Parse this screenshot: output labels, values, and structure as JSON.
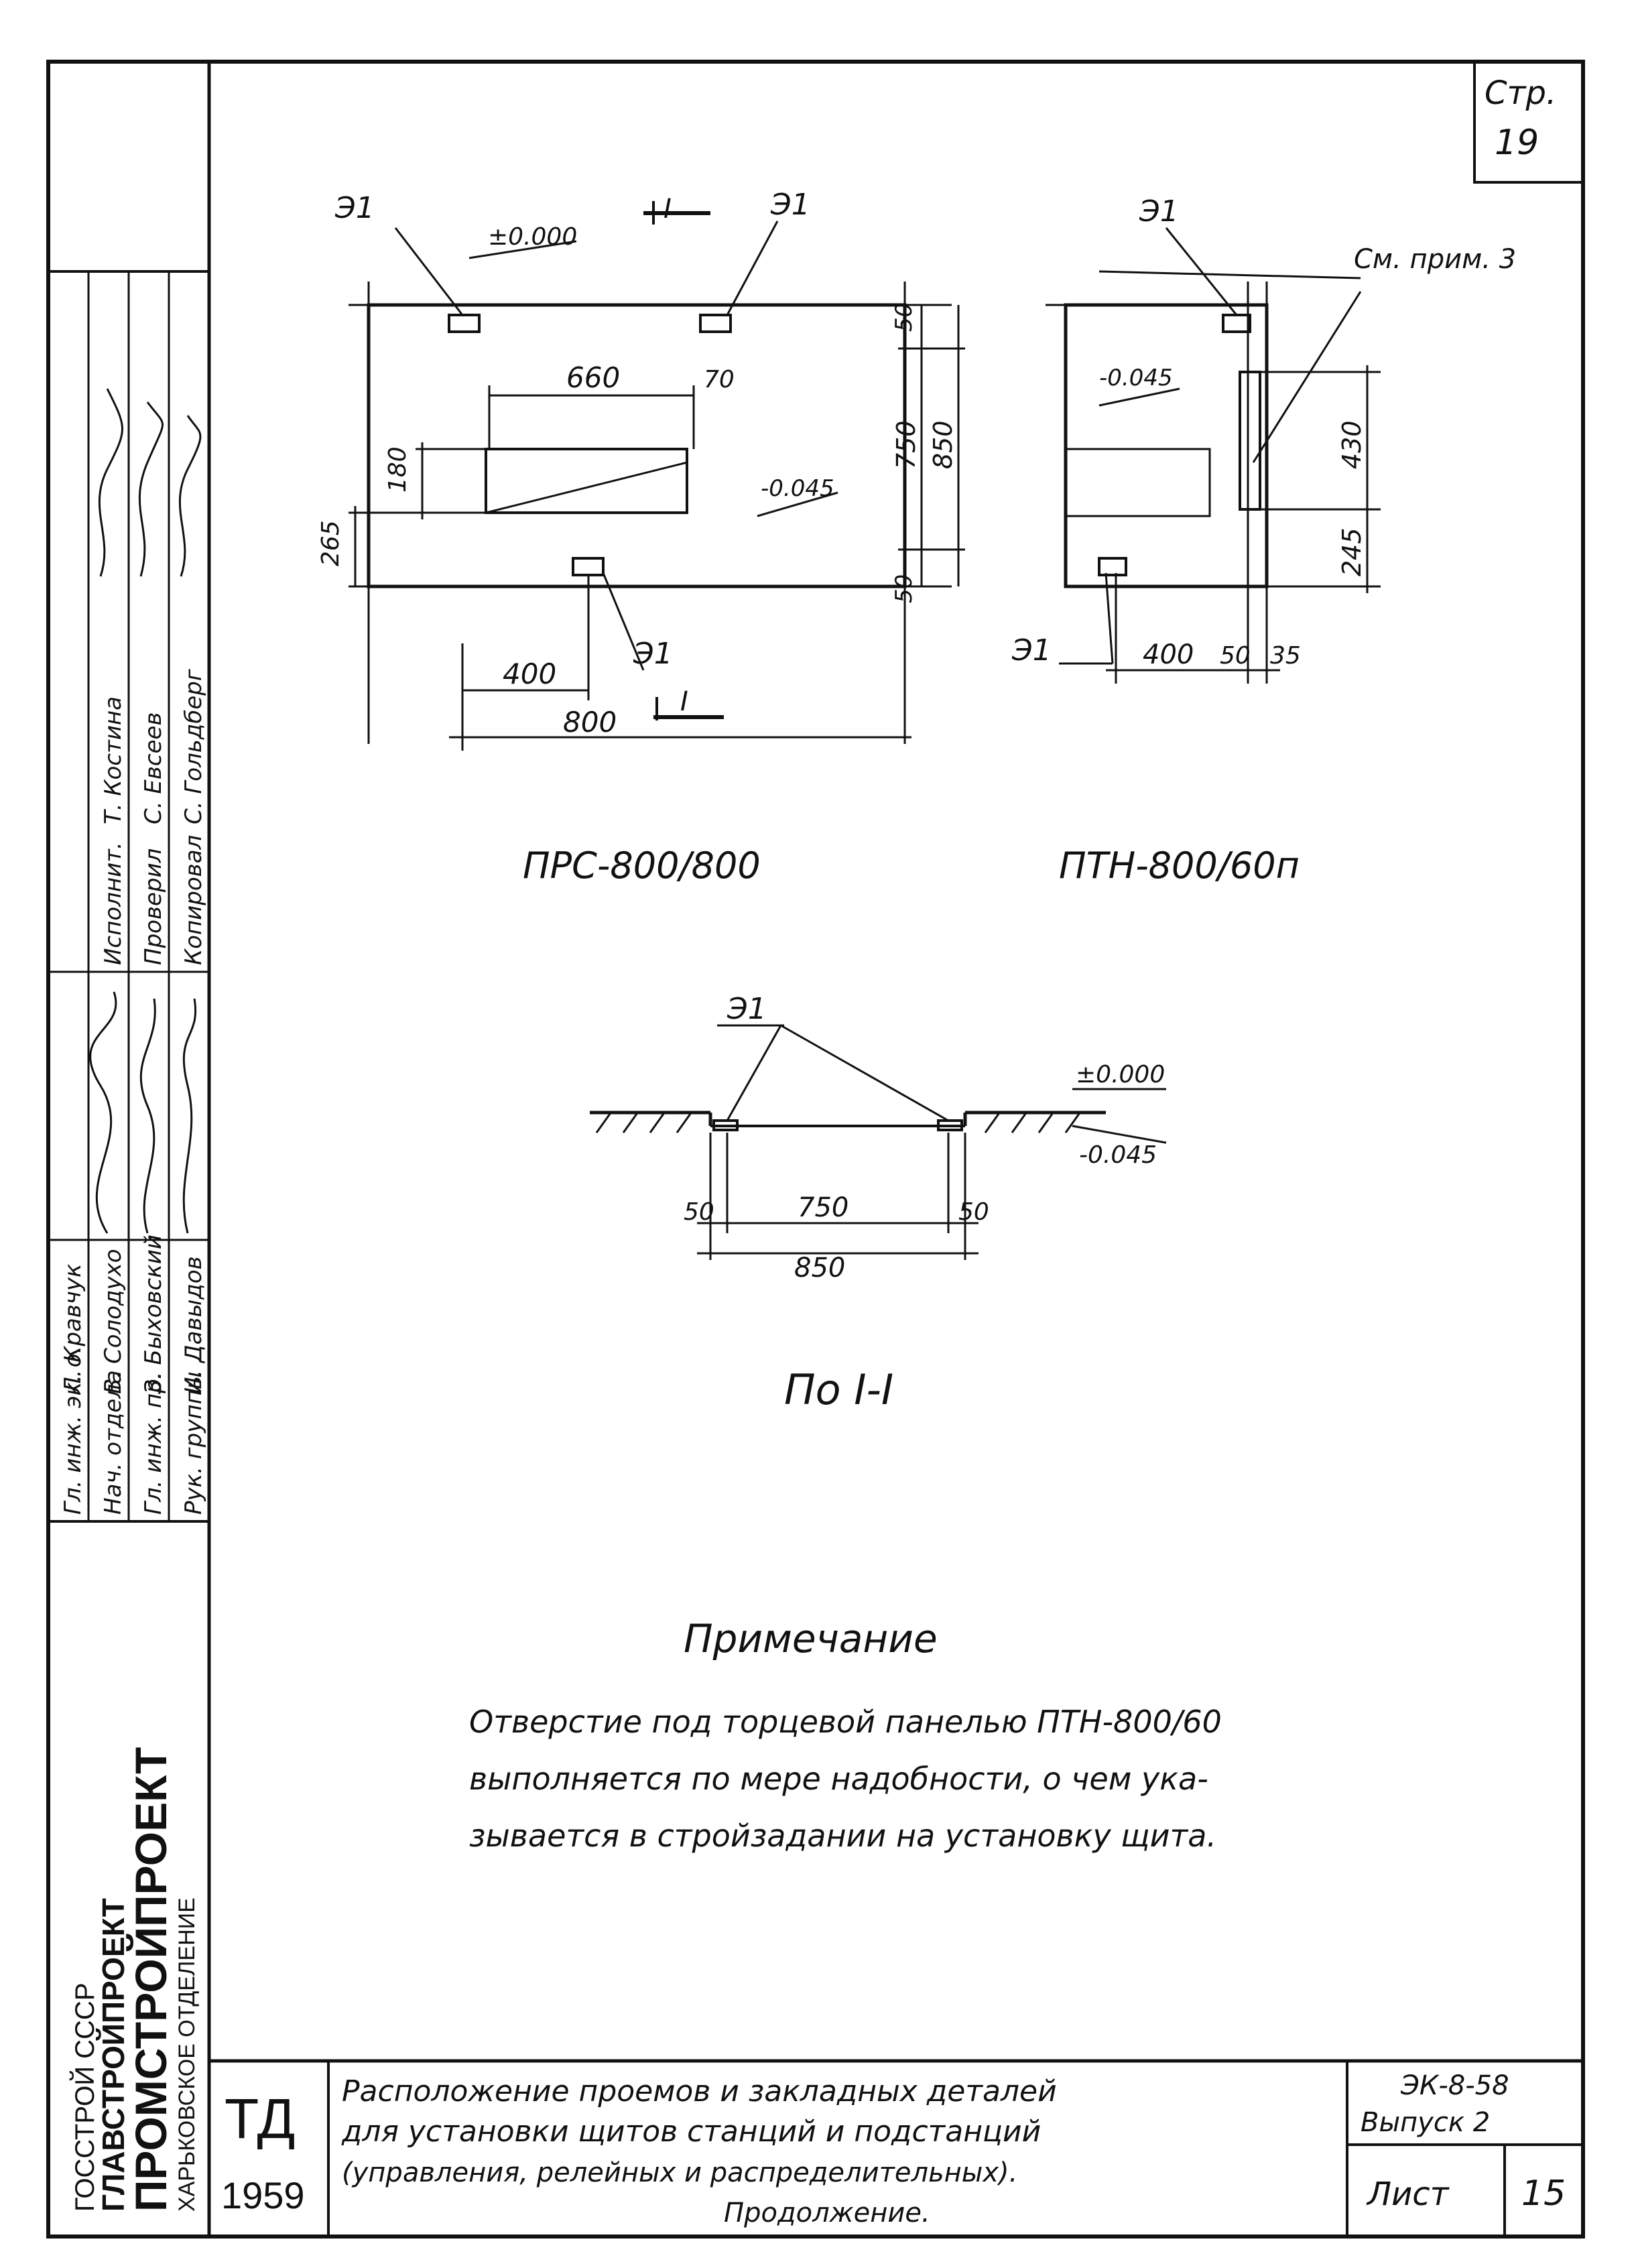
{
  "page": {
    "number_label": "Стр.",
    "number": "19"
  },
  "plan_left": {
    "title": "ПРС-800/800",
    "section_mark_top": "I",
    "section_mark_bottom": "I",
    "embed_label_1": "Э1",
    "embed_label_2": "Э1",
    "embed_label_3": "Э1",
    "level_top": "±0.000",
    "level_opening": "-0.045",
    "dim_660": "660",
    "dim_70": "70",
    "dim_180": "180",
    "dim_265": "265",
    "dim_50_top": "50",
    "dim_750": "750",
    "dim_850": "850",
    "dim_50_bottom": "50",
    "dim_400": "400",
    "dim_800": "800"
  },
  "plan_right": {
    "title": "ПТН-800/60п",
    "embed_label_top": "Э1",
    "embed_label_bottom": "Э1",
    "note_ref": "См. прим. 3",
    "level": "-0.045",
    "dim_430": "430",
    "dim_245": "245",
    "dim_400": "400",
    "dim_50": "50",
    "dim_35": "35"
  },
  "section": {
    "title": "По I-I",
    "embed_label": "Э1",
    "level_top": "±0.000",
    "level_bottom": "-0.045",
    "dim_50_left": "50",
    "dim_750": "750",
    "dim_50_right": "50",
    "dim_850": "850"
  },
  "note": {
    "heading": "Примечание",
    "lines": [
      "Отверстие под торцевой панелью ПТН-800/60",
      "выполняется по мере надобности, о чем ука-",
      "зывается в стройзадании на установку щита."
    ]
  },
  "stamp_side": {
    "org_lines": [
      "ГОССТРОЙ СССР",
      "ГЛАВСТРОЙПРОЕКТ",
      "ПРОМСТРОЙПРОЕКТ",
      "ХАРЬКОВСКОЕ ОТДЕЛЕНИЕ"
    ],
    "roles": [
      "Гл. инж. эк. о.",
      "Нач. отдела",
      "Гл. инж. пр.",
      "Рук. группы"
    ],
    "names": [
      "Л. Кравчук",
      "В. Солодухо",
      "З. Быховский",
      "И. Давыдов"
    ],
    "roles2": [
      "Исполнит.",
      "Проверил",
      "Копировал"
    ],
    "names2": [
      "Т. Костина",
      "С. Евсеев",
      "С. Гольдберг"
    ]
  },
  "title_block": {
    "code": "ТД",
    "year": "1959",
    "title_lines": [
      "Расположение проемов и закладных деталей",
      "для установки щитов станций и подстанций",
      "(управления, релейных и распределительных).",
      "Продолжение."
    ],
    "series": "ЭК-8-58",
    "issue": "Выпуск 2",
    "sheet_label": "Лист",
    "sheet_number": "15"
  }
}
